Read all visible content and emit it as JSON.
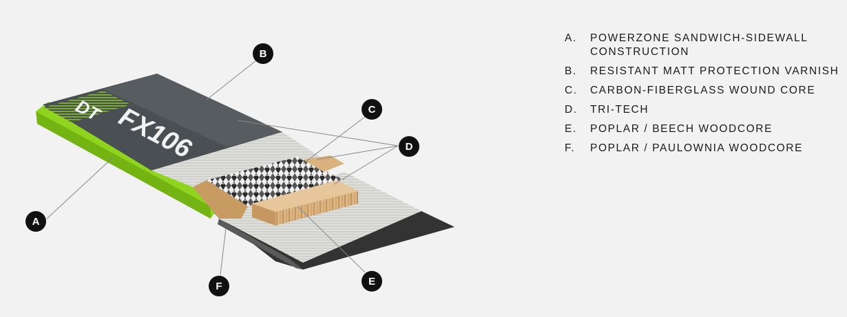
{
  "product": {
    "model_name": "FX106",
    "brand_mark": "DT"
  },
  "callouts": [
    {
      "letter": "A"
    },
    {
      "letter": "B"
    },
    {
      "letter": "C"
    },
    {
      "letter": "D"
    },
    {
      "letter": "E"
    },
    {
      "letter": "F"
    }
  ],
  "legend": [
    {
      "letter": "A.",
      "text": "POWERZONE SANDWICH-SIDEWALL CONSTRUCTION"
    },
    {
      "letter": "B.",
      "text": "RESISTANT MATT PROTECTION VARNISH"
    },
    {
      "letter": "C.",
      "text": "CARBON-FIBERGLASS WOUND CORE"
    },
    {
      "letter": "D.",
      "text": "TRI-TECH"
    },
    {
      "letter": "E.",
      "text": "POPLAR / BEECH WOODCORE"
    },
    {
      "letter": "F.",
      "text": "POPLAR / PAULOWNIA WOODCORE"
    }
  ],
  "colors": {
    "background": "#f2f2f2",
    "topsheet": "#4a4f53",
    "sidewall": "#8fd41e",
    "base": "#3a3a3a",
    "fiberglass": "#d8d8d6",
    "wood": "#d9b27e",
    "callout": "#111111"
  }
}
